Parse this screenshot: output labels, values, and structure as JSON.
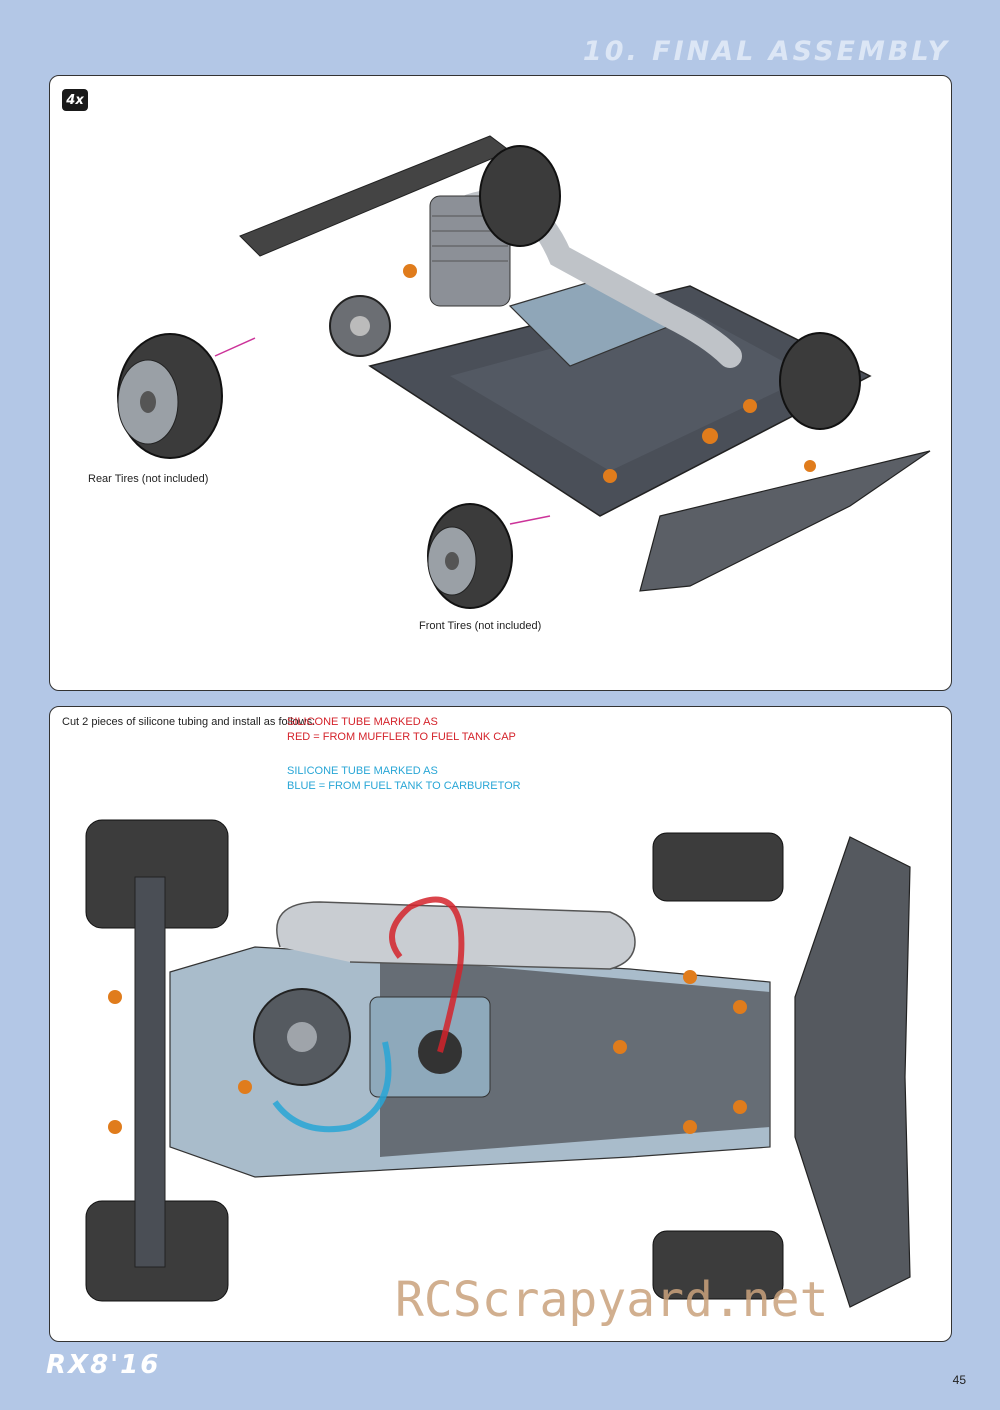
{
  "header": {
    "section_title": "10. FINAL ASSEMBLY"
  },
  "panel_top": {
    "badge": "4x",
    "rear_tires_label": "Rear Tires (not included)",
    "front_tires_label": "Front Tires (not included)"
  },
  "panel_bottom": {
    "instruction": "Cut 2 pieces of silicone tubing and install as follows:",
    "red_line1": "SILICONE TUBE MARKED AS",
    "red_line2": "RED = FROM MUFFLER TO FUEL TANK CAP",
    "blue_line1": "SILICONE TUBE MARKED AS",
    "blue_line2": "BLUE = FROM FUEL TANK TO CARBURETOR"
  },
  "footer": {
    "logo": "RX8'16",
    "page_number": "45"
  },
  "watermark": "RCScrapyard.net",
  "colors": {
    "background": "#b3c7e6",
    "red_tube": "#d4232b",
    "blue_tube": "#28a6d6",
    "anodized": "#e07c1c"
  }
}
